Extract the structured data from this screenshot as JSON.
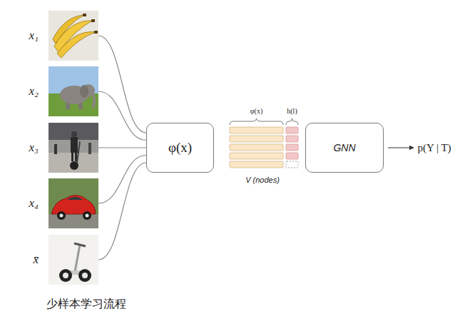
{
  "diagram": {
    "caption": "少样本学习流程",
    "nodes": [
      {
        "text": [
          "x₁"
        ]
      },
      {
        "text": [
          "x₂"
        ]
      },
      {
        "text": [
          "x₃"
        ]
      },
      {
        "text": [
          "x₄"
        ]
      },
      {
        "text": [
          "x̄"
        ]
      },
      {
        "text": [
          "φ(x)"
        ]
      },
      {
        "text": [
          "φ(x)",
          "h(l)",
          "V (nodes)"
        ]
      },
      {
        "text": [
          "GNN"
        ]
      },
      {
        "text": [
          "p(Y | T)"
        ]
      }
    ],
    "edges": [
      {
        "from": 0,
        "to": 5,
        "arrow": "none"
      },
      {
        "from": 1,
        "to": 5,
        "arrow": "none"
      },
      {
        "from": 2,
        "to": 5,
        "arrow": "none"
      },
      {
        "from": 3,
        "to": 5,
        "arrow": "none"
      },
      {
        "from": 4,
        "to": 5,
        "arrow": "none"
      },
      {
        "from": 7,
        "to": 8,
        "arrow": "to"
      }
    ]
  }
}
